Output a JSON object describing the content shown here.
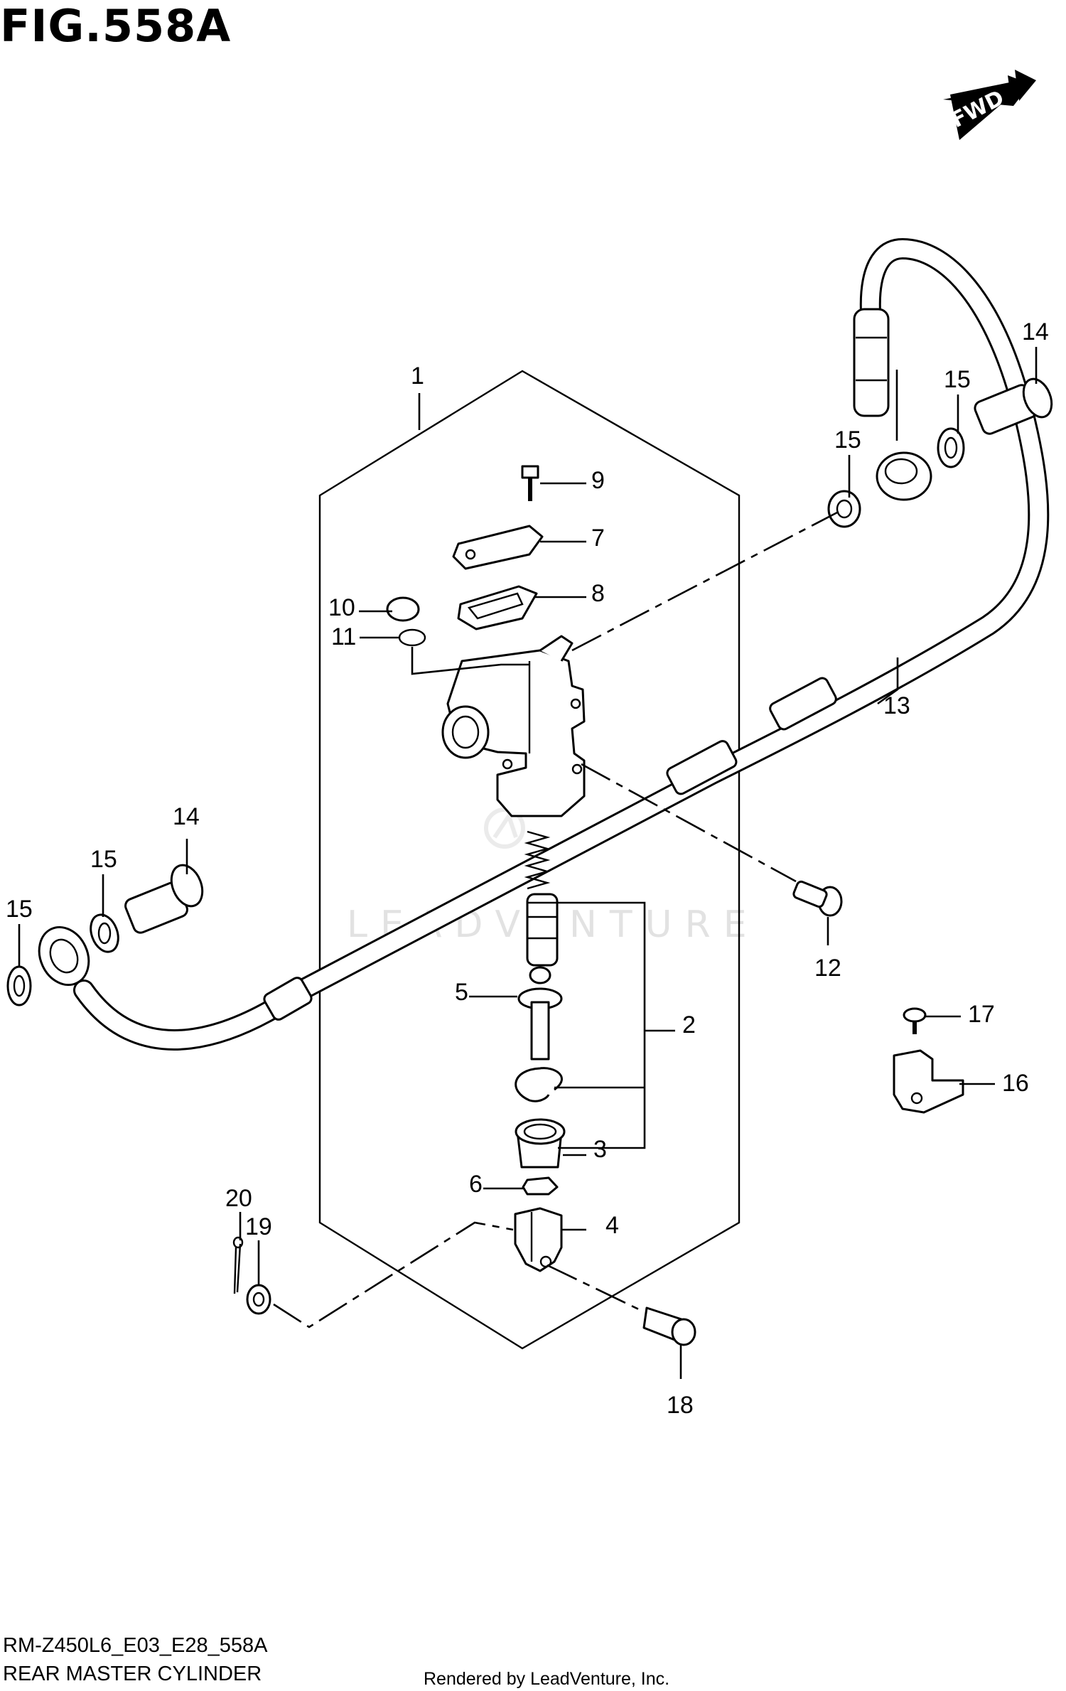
{
  "figure": {
    "title": "FIG.558A",
    "fwd_label": "FWD",
    "watermark": "LEADVENTURE",
    "code": "RM-Z450L6_E03_E28_558A",
    "caption": "REAR MASTER CYLINDER",
    "credit": "Rendered by LeadVenture, Inc."
  },
  "callouts": {
    "c1": "1",
    "c2": "2",
    "c3": "3",
    "c4": "4",
    "c5": "5",
    "c6": "6",
    "c7": "7",
    "c8": "8",
    "c9": "9",
    "c10": "10",
    "c11": "11",
    "c12": "12",
    "c13": "13",
    "c14a": "14",
    "c14b": "14",
    "c15a": "15",
    "c15b": "15",
    "c15c": "15",
    "c15d": "15",
    "c16": "16",
    "c17": "17",
    "c18": "18",
    "c19": "19",
    "c20": "20"
  },
  "icons": [
    "fwd-arrow-icon",
    "leadventure-logo-icon"
  ]
}
